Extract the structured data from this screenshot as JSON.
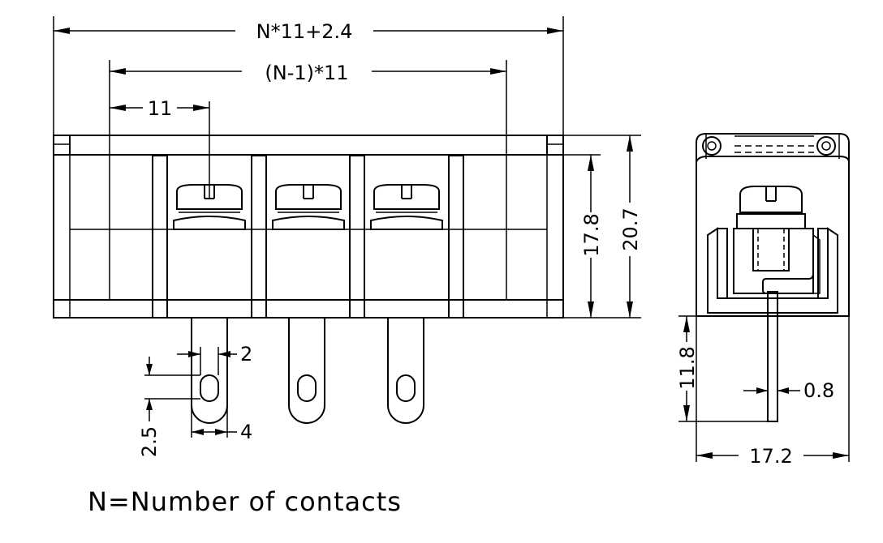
{
  "dimensions": {
    "overall_width": "N*11+2.4",
    "pitch_span": "(N-1)*11",
    "pitch": "11",
    "height_body": "17.8",
    "height_total": "20.7",
    "pin_width": "2",
    "pin_hole_pos": "2.5",
    "pin_outer": "4",
    "pin_length": "11.8",
    "pin_thickness": "0.8",
    "side_width": "17.2"
  },
  "note": "N=Number of contacts",
  "views": [
    "front-view",
    "side-view"
  ],
  "contacts_shown": 3
}
